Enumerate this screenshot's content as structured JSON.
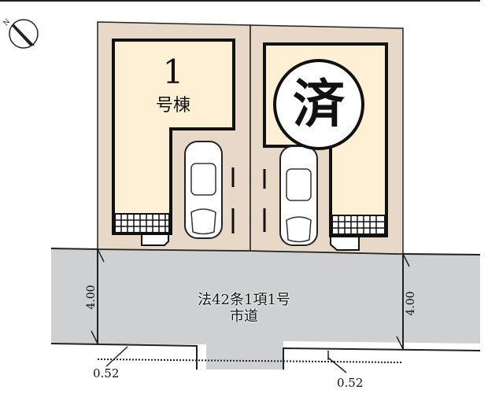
{
  "plan": {
    "lot1": {
      "number": "1",
      "label": "号棟"
    },
    "lot2": {
      "sold_badge": "済"
    },
    "road": {
      "line1": "法42条1項1号",
      "line2": "市道"
    },
    "dimensions": {
      "road_width_left": "4.00",
      "road_width_right": "4.00",
      "setback_left": "0.52",
      "setback_right": "0.52"
    },
    "compass": {
      "north_label": "N"
    }
  },
  "colors": {
    "lot": "#e8d8c8",
    "building": "#fdf0d5",
    "road": "#cfd0d2"
  }
}
